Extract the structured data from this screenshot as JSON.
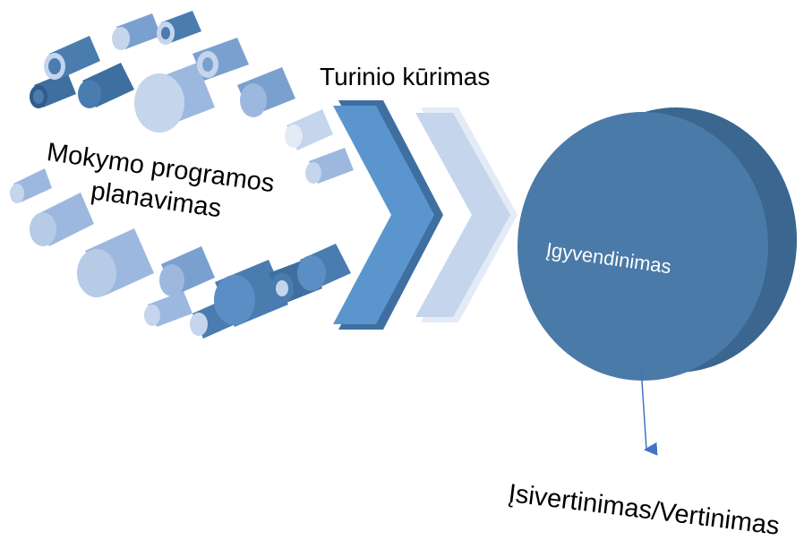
{
  "diagram": {
    "steps": {
      "planning": {
        "line1": "Mokymo programos",
        "line2": "planavimas"
      },
      "content": "Turinio kūrimas",
      "implementation": "Įgyvendinimas",
      "evaluation": "Įsivertinimas/Vertinimas"
    },
    "colors": {
      "dark_blue": "#4a7cb0",
      "mid_blue": "#5b95ce",
      "light_blue": "#c5d5ec",
      "pale_blue": "#9db8df",
      "circle_fill": "#4a7aa8",
      "circle_rim": "#3a6690",
      "arrow": "#4472c4"
    }
  }
}
